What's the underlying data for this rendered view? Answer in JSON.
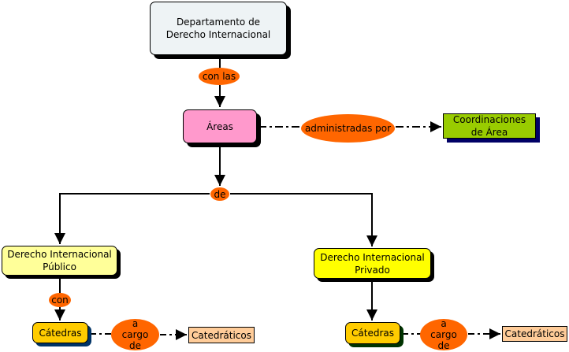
{
  "colors": {
    "root": "#eef3f5",
    "areas": "#ff99cc",
    "coordinaciones": "#99cc00",
    "publico": "#ffff99",
    "privado": "#ffff00",
    "catedras": "#ffcc00",
    "catedraticos": "#ffcc99",
    "link_label": "#ff6600",
    "shadow_dark": "#000000",
    "shadow_navy": "#000066",
    "shadow_blue": "#003366",
    "shadow_green": "#003300"
  },
  "nodes": {
    "root": "Departamento de Derecho Internacional",
    "areas": "Áreas",
    "coordinaciones": "Coordinaciones de Área",
    "publico": "Derecho Internacional Público",
    "privado": "Derecho Internacional Privado",
    "catedras_left": "Cátedras",
    "catedras_right": "Cátedras",
    "catedraticos_left": "Catedráticos",
    "catedraticos_right": "Catedráticos"
  },
  "links": {
    "con_las": "con las",
    "administradas_por": "administradas por",
    "de": "de",
    "con": "con",
    "a_cargo_de_left": "a cargo de",
    "a_cargo_de_right": "a cargo de"
  }
}
